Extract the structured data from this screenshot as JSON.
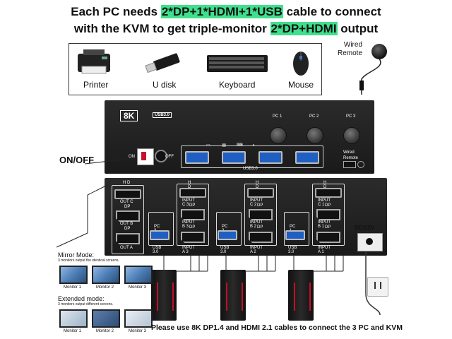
{
  "headline": {
    "line1_a": "Each PC needs ",
    "line1_hl": "2*DP+1*HDMI+1*USB",
    "line1_b": " cable to connect",
    "line2_a": "with the KVM to get triple-monitor ",
    "line2_hl": "2*DP+HDMI",
    "line2_b": " output"
  },
  "devices": [
    {
      "label": "Printer",
      "icon": "printer-icon"
    },
    {
      "label": "U disk",
      "icon": "usb-drive-icon"
    },
    {
      "label": "Keyboard",
      "icon": "keyboard-icon"
    },
    {
      "label": "Mouse",
      "icon": "mouse-icon"
    }
  ],
  "wired_remote": {
    "line1": "Wired",
    "line2": "Remote"
  },
  "onoff": "ON/OFF",
  "front": {
    "badge_8k": "8K",
    "badge_usb": "USB3.0",
    "on": "ON",
    "off": "OFF",
    "usb_label": "USB3.0",
    "pc_buttons": [
      "PC 1",
      "PC 2",
      "PC 3"
    ],
    "remote_1": "Wired",
    "remote_2": "Remote"
  },
  "rear": {
    "out": {
      "hd": "H D",
      "c": "OUT C",
      "dp1": "DP",
      "b": "OUT B",
      "dp2": "DP",
      "a": "OUT A"
    },
    "groups": [
      {
        "hd": "H D",
        "c": "INPUT C 3",
        "dp1": "DP",
        "b": "INPUT B 3",
        "dp2": "DP",
        "a": "INPUT A 3",
        "pc": "PC 3",
        "usb": "USB 3.0"
      },
      {
        "hd": "H D",
        "c": "INPUT C 2",
        "dp1": "DP",
        "b": "INPUT B 2",
        "dp2": "DP",
        "a": "INPUT A 2",
        "pc": "PC 2",
        "usb": "USB 3.0"
      },
      {
        "hd": "H D",
        "c": "INPUT C 1",
        "dp1": "DP",
        "b": "INPUT B 1",
        "dp2": "DP",
        "a": "INPUT A 1",
        "pc": "PC 1",
        "usb": "USB 3.0"
      }
    ],
    "power": "DC/12V"
  },
  "mirror": {
    "title": "Mirror Mode:",
    "desc": "3 monitors output the identical screens.",
    "monitors": [
      "Monitor 1",
      "Monitor 2",
      "Monitor 3"
    ]
  },
  "extended": {
    "title": "Extended mode:",
    "desc": "3 monitors output different screens.",
    "monitors": [
      "Monitor 1",
      "Monitor 2",
      "Monitor 3"
    ]
  },
  "footer": "Please use 8K DP1.4 and HDMI 2.1 cables to connect the 3 PC and KVM",
  "colors": {
    "highlight": "#3fe08c",
    "usb_blue": "#1f5fc4",
    "kvm_body": "#1f1f1f",
    "accent_red": "#c0102a"
  }
}
